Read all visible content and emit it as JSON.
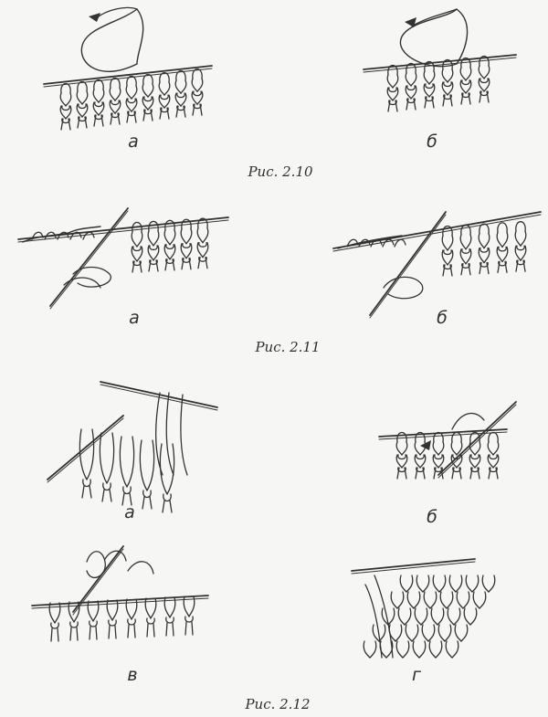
{
  "figures": [
    {
      "caption": "Рис. 2.10",
      "panels": [
        "а",
        "б"
      ]
    },
    {
      "caption": "Рис. 2.11",
      "panels": [
        "а",
        "б"
      ]
    },
    {
      "caption": "Рис. 2.12",
      "panels": [
        "а",
        "б",
        "в",
        "г"
      ]
    }
  ]
}
